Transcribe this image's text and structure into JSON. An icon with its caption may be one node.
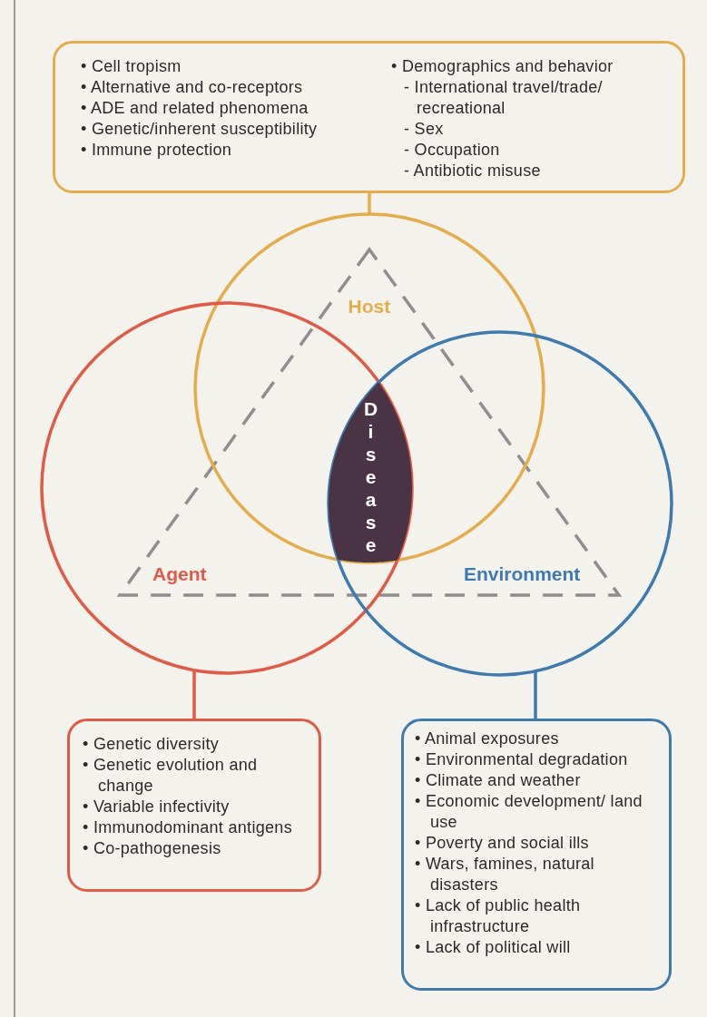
{
  "diagram": {
    "nodes": [
      {
        "text": [
          "• Cell tropism",
          "• Alternative and co-receptors",
          "• ADE and related phenomena",
          "• Genetic/inherent susceptibility",
          "• Immune protection",
          "• Demographics and behavior",
          "- International travel/trade/ recreational",
          "- Sex",
          "- Occupation",
          "- Antibiotic misuse"
        ]
      },
      {
        "text": [
          "Host"
        ]
      },
      {
        "text": [
          "Agent"
        ]
      },
      {
        "text": [
          "Environment"
        ]
      },
      {
        "text": [
          "Disease"
        ]
      },
      {
        "text": [
          "• Genetic diversity",
          "• Genetic evolution and change",
          "• Variable infectivity",
          "• Immunodominant antigens",
          "• Co-pathogenesis"
        ]
      },
      {
        "text": [
          "• Animal exposures",
          "• Environmental degradation",
          "• Climate and weather",
          "• Economic development/ land use",
          "• Poverty and social ills",
          "• Wars, famines, natural disasters",
          "• Lack of public health infrastructure",
          "• Lack of political will"
        ]
      }
    ],
    "edges": [
      {
        "from": 0,
        "to": 1,
        "arrow": "none",
        "color": "#e3ad4d"
      },
      {
        "from": 2,
        "to": 5,
        "arrow": "none",
        "color": "#e05a48"
      },
      {
        "from": 3,
        "to": 6,
        "arrow": "none",
        "color": "#3f7aae"
      }
    ]
  }
}
